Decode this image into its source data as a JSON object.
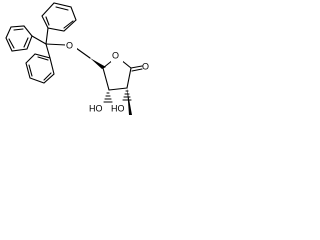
{
  "molecule": {
    "labels": {
      "ether_oxygen": "O",
      "ring_oxygen": "O",
      "carbonyl_oxygen": "O",
      "hydroxyl_left": "HO",
      "hydroxyl_right": "HO"
    },
    "stereo_bond_type": {
      "c4_to_ch2": "bold-wedge",
      "c3_to_oh": "hashed-wedge",
      "c2_to_oh": "hashed-wedge",
      "c2_to_methyl": "bold-wedge"
    },
    "colors": {
      "bond": "#000000",
      "background": "#ffffff"
    }
  }
}
